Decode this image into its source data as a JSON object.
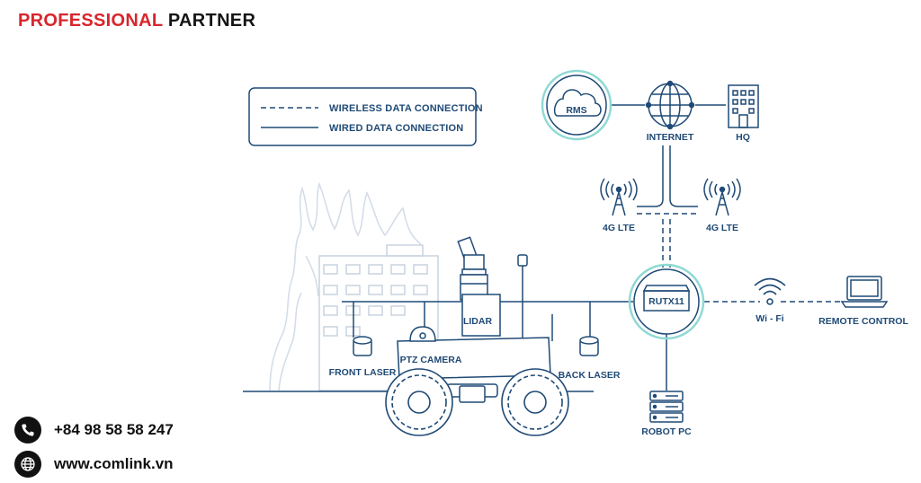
{
  "header": {
    "brand_red": "PROFESSIONAL",
    "brand_black": "PARTNER"
  },
  "legend": {
    "wireless": "WIRELESS DATA CONNECTION",
    "wired": "WIRED DATA CONNECTION"
  },
  "nodes": {
    "rms": "RMS",
    "internet": "INTERNET",
    "hq": "HQ",
    "lte_left": "4G LTE",
    "lte_right": "4G LTE",
    "router": "RUTX11",
    "wifi": "Wi - Fi",
    "remote": "REMOTE CONTROL",
    "robot_pc": "ROBOT PC",
    "lidar": "LIDAR",
    "ptz": "PTZ CAMERA",
    "front_laser": "FRONT LASER",
    "back_laser": "BACK LASER"
  },
  "contact": {
    "phone": "+84 98 58 58 247",
    "website": "www.comlink.vn"
  },
  "colors": {
    "line": "#1f4a76",
    "halo": "#8fd9d4",
    "flame": "#dce4ee",
    "building": "#cfd8e3",
    "brand_red": "#d7262c"
  }
}
